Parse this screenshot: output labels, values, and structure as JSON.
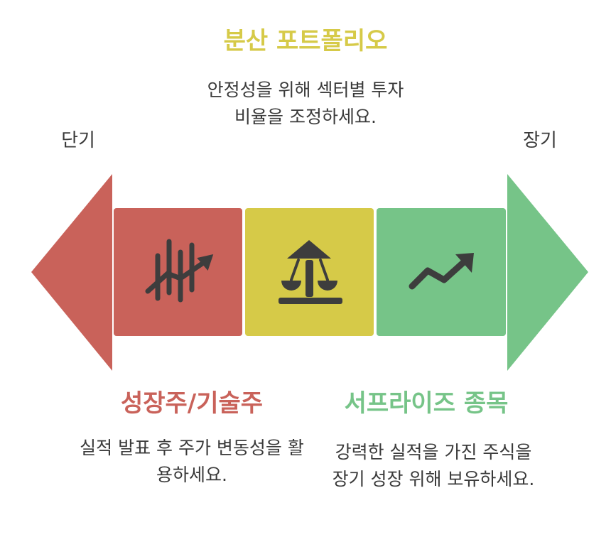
{
  "colors": {
    "red": "#C9625A",
    "yellow": "#D6CA48",
    "green": "#76C488",
    "icon": "#3d3d3d"
  },
  "ends": {
    "left_label": "단기",
    "right_label": "장기"
  },
  "segments": [
    {
      "id": "growth",
      "title": "성장주/기술주",
      "description": "실적 발표 후 주가 변동성을 활용하세요.",
      "icon": "stock-chart-icon",
      "color": "#C9625A"
    },
    {
      "id": "diversified",
      "title": "분산 포트폴리오",
      "description": "안정성을 위해 섹터별 투자 비율을 조정하세요.",
      "icon": "balance-scale-icon",
      "color": "#D6CA48"
    },
    {
      "id": "surprise",
      "title": "서프라이즈 종목",
      "description": "강력한 실적을 가진 주식을 장기 성장 위해 보유하세요.",
      "icon": "trend-up-arrow-icon",
      "color": "#76C488"
    }
  ]
}
